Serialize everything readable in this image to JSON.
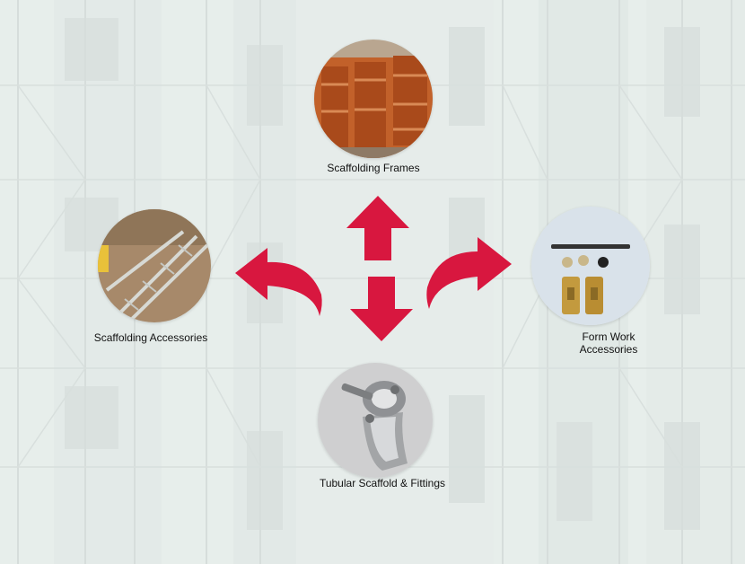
{
  "colors": {
    "arrow": "#d8173f",
    "background": "#e6ecea",
    "text": "#111111"
  },
  "hub": {
    "top": {
      "label": "Scaffolding Frames",
      "icon": "scaffolding-frames-photo"
    },
    "left": {
      "label": "Scaffolding Accessories",
      "icon": "scaffolding-accessories-photo"
    },
    "right": {
      "label_line1": "Form Work",
      "label_line2": "Accessories",
      "icon": "form-work-accessories-photo"
    },
    "bottom": {
      "label": "Tubular Scaffold & Fittings",
      "icon": "tubular-scaffold-fittings-photo"
    }
  }
}
